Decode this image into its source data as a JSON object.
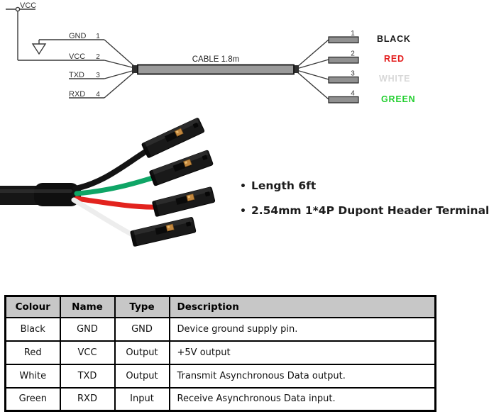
{
  "schematic": {
    "vcc_top_label": "VCC",
    "cable_label": "CABLE 1.8m",
    "left_nets": [
      {
        "label": "GND",
        "pin": "1"
      },
      {
        "label": "VCC",
        "pin": "2"
      },
      {
        "label": "TXD",
        "pin": "3"
      },
      {
        "label": "RXD",
        "pin": "4"
      }
    ],
    "right_pins": [
      {
        "number": "1",
        "color_name": "BLACK",
        "color": "#1a1a1a"
      },
      {
        "number": "2",
        "color_name": "RED",
        "color": "#e31b1b"
      },
      {
        "number": "3",
        "color_name": "WHITE",
        "color": "#d8d8d8"
      },
      {
        "number": "4",
        "color_name": "GREEN",
        "color": "#23cf30"
      }
    ]
  },
  "photo": {
    "wire_colors": {
      "black": "#141414",
      "green": "#0fa566",
      "red": "#e2231e",
      "white": "#ededed"
    }
  },
  "features": {
    "bullet": "•",
    "items": [
      "Length 6ft",
      "2.54mm 1*4P Dupont Header Terminal"
    ]
  },
  "table": {
    "header_bg": "#c7c7c7",
    "headers": [
      "Colour",
      "Name",
      "Type",
      "Description"
    ],
    "rows": [
      [
        "Black",
        "GND",
        "GND",
        "Device ground supply pin."
      ],
      [
        "Red",
        "VCC",
        "Output",
        "+5V output"
      ],
      [
        "White",
        "TXD",
        "Output",
        "Transmit Asynchronous Data output."
      ],
      [
        "Green",
        "RXD",
        "Input",
        "Receive Asynchronous Data input."
      ]
    ]
  }
}
